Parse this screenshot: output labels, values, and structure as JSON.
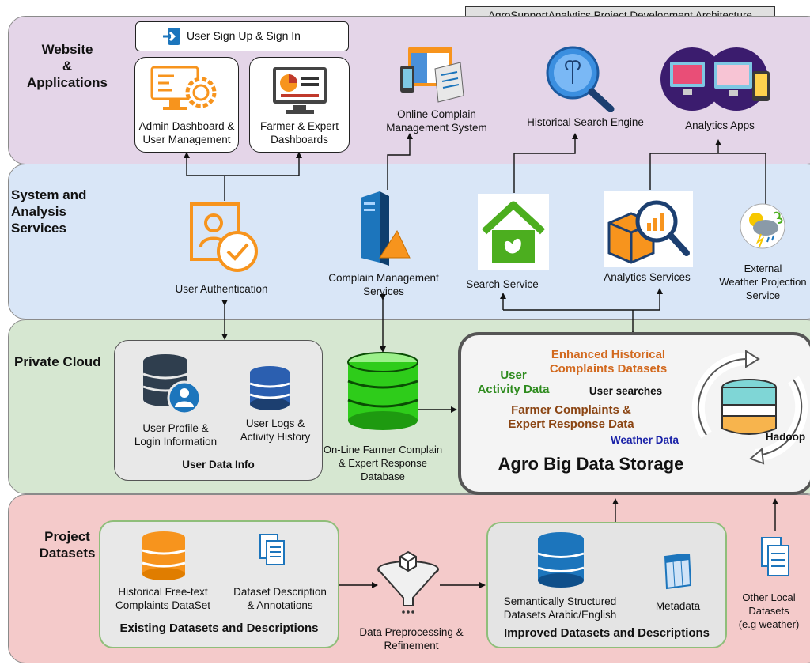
{
  "header": {
    "title": "AgroSupportAnalytics Project Development Architecture"
  },
  "layers": {
    "website": {
      "title": "Website\n&\nApplications",
      "signin": "User Sign Up & Sign In",
      "admin": "Admin Dashboard &\nUser Management",
      "farmer": "Farmer & Expert\nDashboards",
      "complain_system": "Online Complain\nManagement System",
      "search_engine": "Historical Search Engine",
      "analytics_apps": "Analytics Apps"
    },
    "services": {
      "title": "System and\nAnalysis\nServices",
      "auth": "User Authentication",
      "complain": "Complain Management\nServices",
      "search": "Search Service",
      "analytics": "Analytics Services",
      "weather": "External\nWeather Projection\nService"
    },
    "cloud": {
      "title": "Private Cloud",
      "user_profile": "User Profile &\nLogin Information",
      "user_logs": "User Logs &\nActivity History",
      "user_data_info": "User Data Info",
      "online_db": "On-Line Farmer Complain\n& Expert Response\nDatabase",
      "enhanced": "Enhanced Historical\nComplaints Datasets",
      "user_activity": "User\nActivity Data",
      "user_searches": "User searches",
      "farmer_complaints": "Farmer Complaints &\nExpert Response Data",
      "weather_data": "Weather Data",
      "hadoop": "Hadoop",
      "storage_title": "Agro Big Data Storage"
    },
    "datasets": {
      "title": "Project\nDatasets",
      "historical": "Historical Free-text\nComplaints DataSet",
      "description": "Dataset Description\n& Annotations",
      "existing": "Existing Datasets and Descriptions",
      "preprocessing": "Data Preprocessing &\nRefinement",
      "semantic": "Semantically Structured\nDatasets Arabic/English",
      "metadata": "Metadata",
      "improved": "Improved Datasets and Descriptions",
      "other_local": "Other Local\nDatasets\n(e.g weather)"
    }
  },
  "colors": {
    "website_band": "#e4d5e8",
    "services_band": "#d9e6f7",
    "cloud_band": "#d6e7d1",
    "datasets_band": "#f4caca",
    "enhanced_text": "#d2691e",
    "user_activity_text": "#2e8b1e",
    "farmer_text": "#8b4513",
    "weather_text": "#1a22a8",
    "db_orange": "#f7941d",
    "db_blue": "#1c75bc",
    "db_green": "#2ecc1a"
  }
}
